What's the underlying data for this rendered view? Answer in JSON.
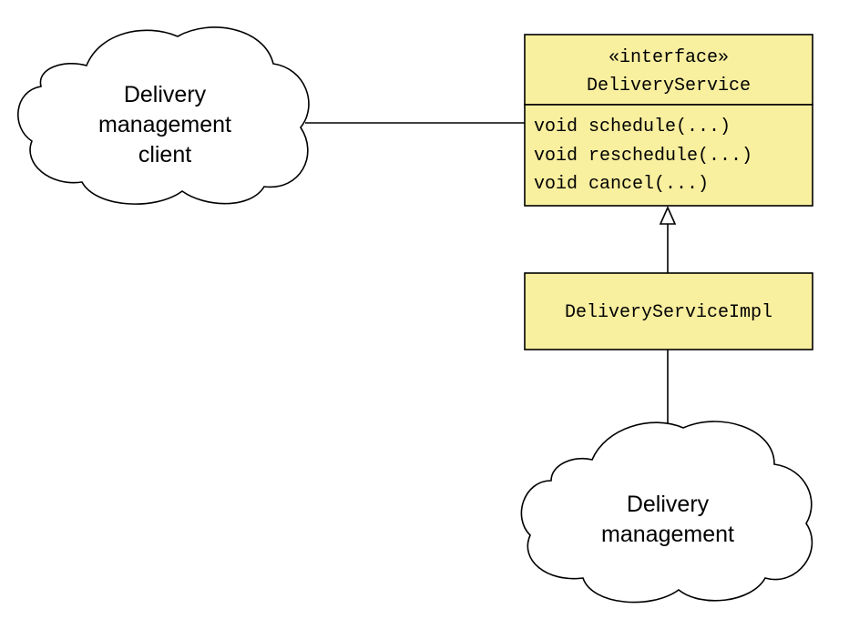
{
  "colors": {
    "class_fill": "#f8ef9f",
    "stroke": "#000000",
    "cloud_fill": "#ffffff"
  },
  "client_cloud": {
    "lines": [
      "Delivery",
      "management",
      "client"
    ]
  },
  "interface_box": {
    "stereotype": "«interface»",
    "name": "DeliveryService",
    "methods": [
      "void schedule(...)",
      "void reschedule(...)",
      "void cancel(...)"
    ]
  },
  "impl_box": {
    "name": "DeliveryServiceImpl"
  },
  "service_cloud": {
    "lines": [
      "Delivery",
      "management"
    ]
  },
  "relations": {
    "client_to_interface": "association",
    "impl_to_interface": "realization",
    "impl_to_service": "association"
  }
}
